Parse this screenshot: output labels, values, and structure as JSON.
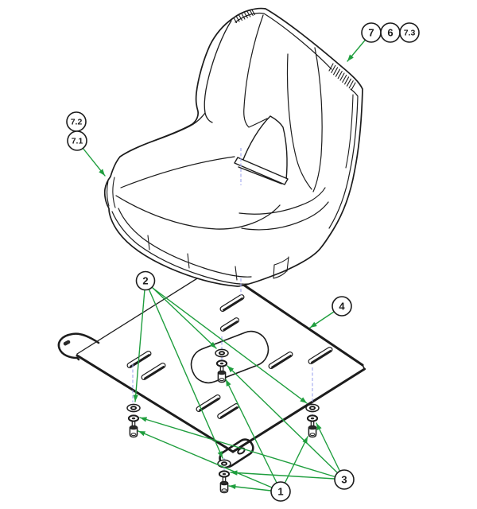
{
  "figure": {
    "type": "exploded-parts-diagram",
    "subject": "seat-and-mounting-plate-assembly"
  },
  "balloons": [
    {
      "id": "7",
      "label": "7"
    },
    {
      "id": "6",
      "label": "6"
    },
    {
      "id": "7.3",
      "label": "7.3"
    },
    {
      "id": "7.2",
      "label": "7.2"
    },
    {
      "id": "7.1",
      "label": "7.1"
    },
    {
      "id": "2",
      "label": "2"
    },
    {
      "id": "4",
      "label": "4"
    },
    {
      "id": "3",
      "label": "3"
    },
    {
      "id": "1",
      "label": "1"
    }
  ],
  "colors": {
    "ink": "#1c1c1c",
    "leader": "#1f9e3e",
    "centerline": "#9fa5ee",
    "paper": "#ffffff"
  }
}
